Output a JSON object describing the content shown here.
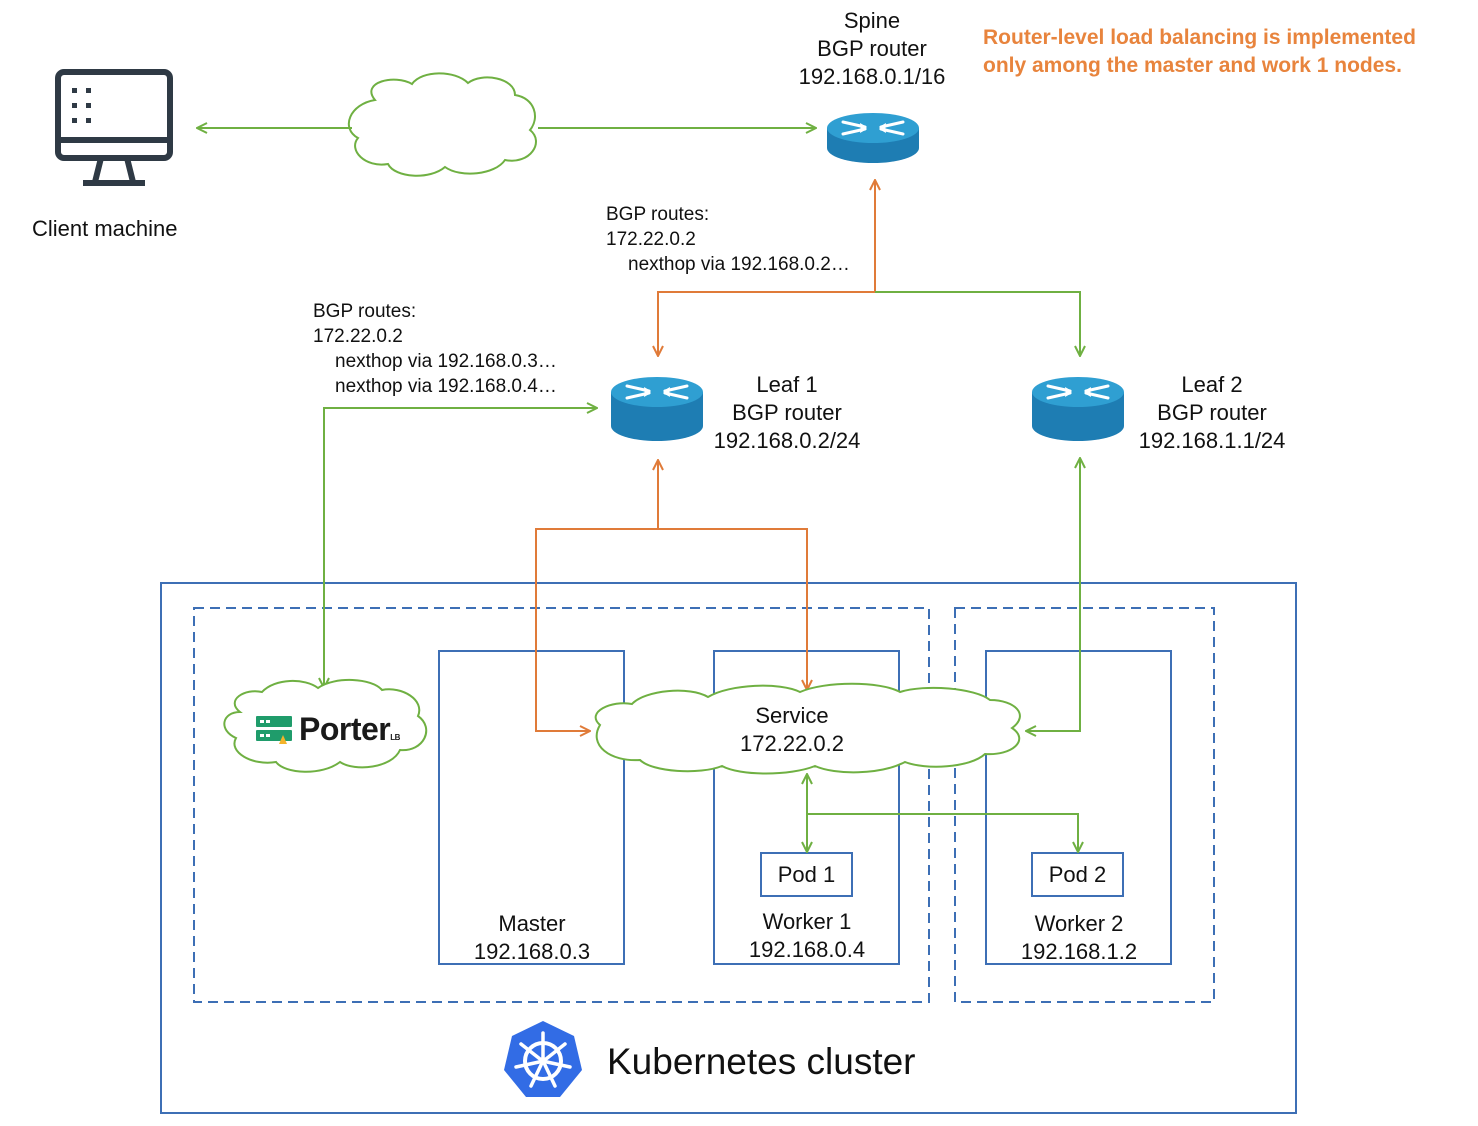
{
  "colors": {
    "green": "#6fb042",
    "orange": "#e07b39",
    "blue": "#3d6fb5",
    "router_top": "#2f9fd2",
    "router_side": "#1e7db3",
    "note": "#e8843d",
    "k8s": "#326ce5",
    "porter": "#1f9c6b"
  },
  "client": {
    "label": "Client machine",
    "icon": "monitor-icon"
  },
  "spine": {
    "name": "Spine",
    "type": "BGP router",
    "ip": "192.168.0.1/16",
    "icon": "router-icon"
  },
  "leaf1": {
    "name": "Leaf 1",
    "type": "BGP router",
    "ip": "192.168.0.2/24",
    "icon": "router-icon"
  },
  "leaf2": {
    "name": "Leaf 2",
    "type": "BGP router",
    "ip": "192.168.1.1/24",
    "icon": "router-icon"
  },
  "note": {
    "line1": "Router-level load balancing is implemented",
    "line2": "only among the master and work 1 nodes."
  },
  "spine_routes": {
    "title": "BGP routes:",
    "prefix": "172.22.0.2",
    "hops": [
      "nexthop via 192.168.0.2…"
    ]
  },
  "leaf_routes": {
    "title": "BGP routes:",
    "prefix": "172.22.0.2",
    "hops": [
      "nexthop via 192.168.0.3…",
      "nexthop via 192.168.0.4…"
    ]
  },
  "service": {
    "name": "Service",
    "ip": "172.22.0.2",
    "icon": "cloud-icon"
  },
  "porter": {
    "name": "Porter",
    "suffix": "LB",
    "icon": "porter-logo"
  },
  "master": {
    "name": "Master",
    "ip": "192.168.0.3"
  },
  "worker1": {
    "name": "Worker 1",
    "ip": "192.168.0.4",
    "pod": "Pod 1"
  },
  "worker2": {
    "name": "Worker 2",
    "ip": "192.168.1.2",
    "pod": "Pod 2"
  },
  "cluster": {
    "label": "Kubernetes cluster",
    "icon": "kubernetes-icon"
  }
}
